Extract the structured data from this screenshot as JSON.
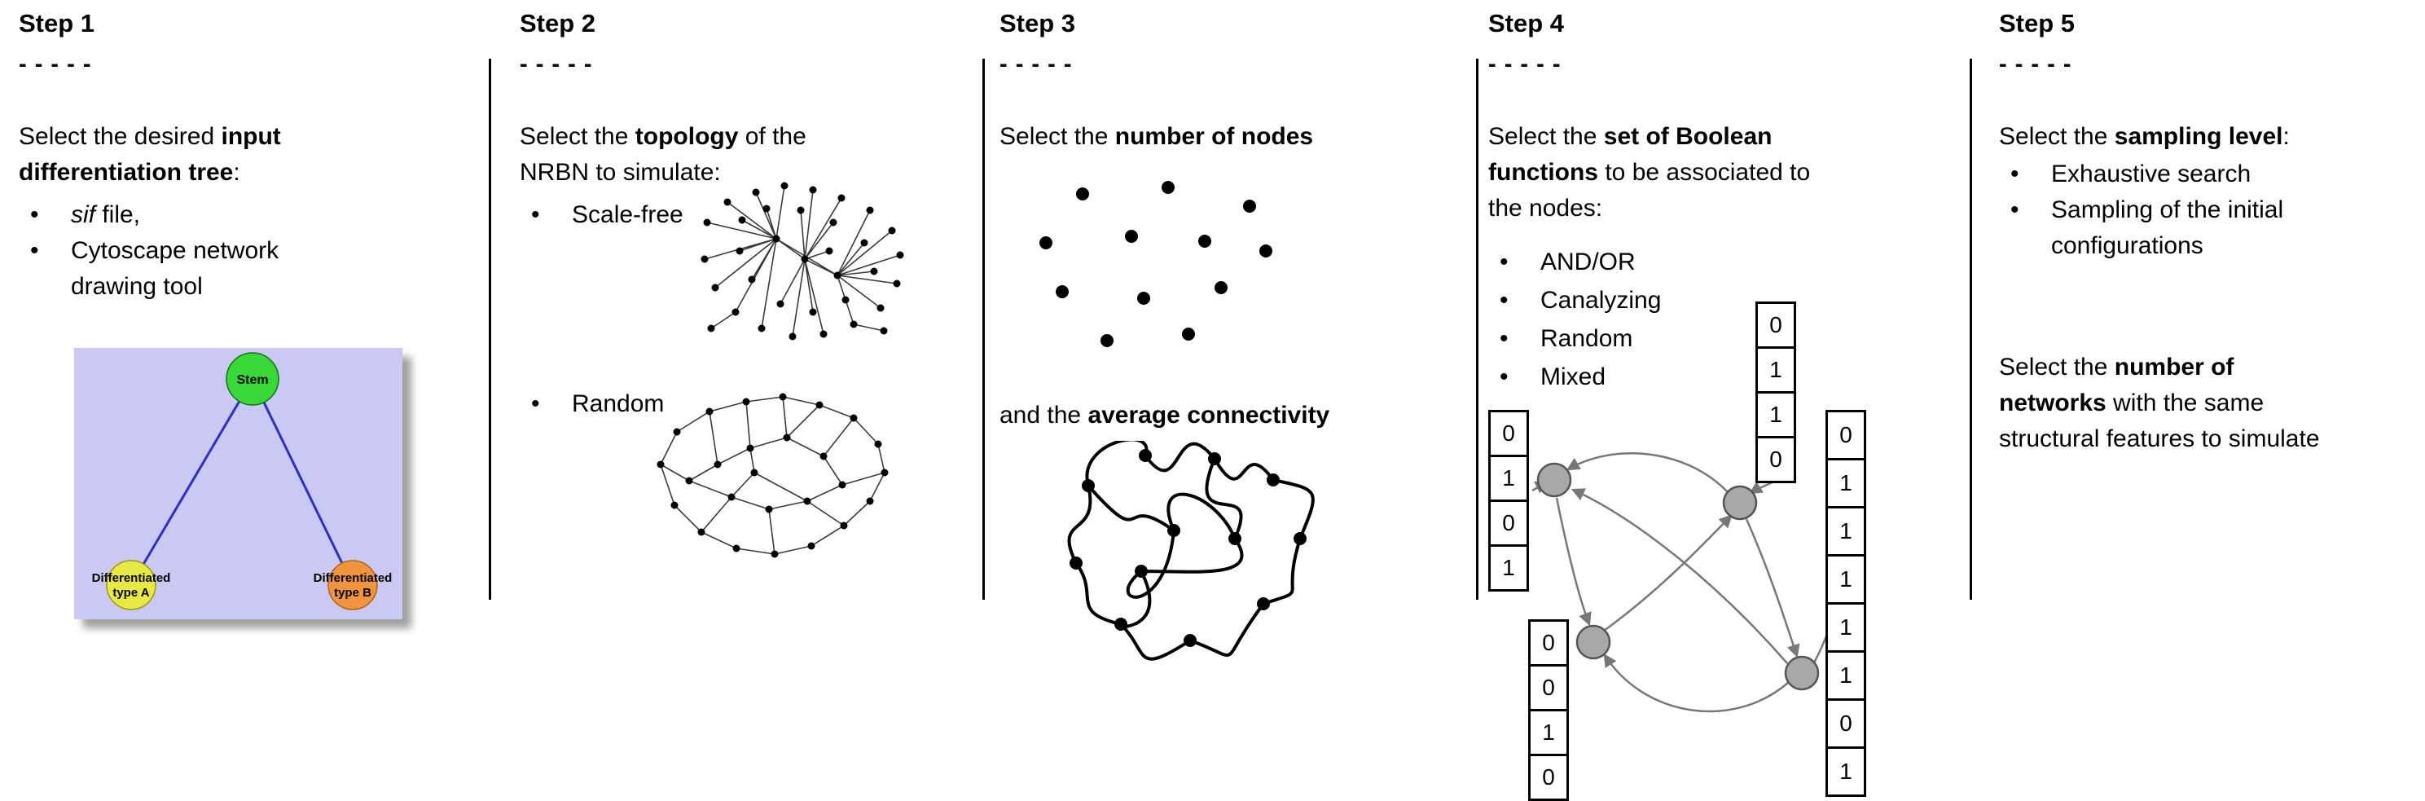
{
  "ui": {
    "bullet": "•"
  },
  "steps": [
    {
      "title": "Step 1",
      "dashes": "- - - - -",
      "intro": [
        {
          "t": "Select the desired "
        },
        {
          "t": "input\ndifferentiation tree",
          "b": true
        },
        {
          "t": ":"
        }
      ],
      "bullets": [
        {
          "seg1": "sif",
          "seg2": " file,"
        },
        {
          "text": "Cytoscape network\ndrawing tool"
        }
      ],
      "tree": {
        "stem_label": "Stem",
        "node_a_line1": "Differentiated",
        "node_a_line2": "type A",
        "node_b_line1": "Differentiated",
        "node_b_line2": "type B",
        "colors": {
          "background": "#c9c9f3",
          "stem": "#38d838",
          "node_a": "#e9e943",
          "node_b": "#f0953d",
          "edge": "#2d2dc8"
        }
      }
    },
    {
      "title": "Step 2",
      "dashes": "- - - - -",
      "intro": [
        {
          "t": "Select the "
        },
        {
          "t": "topology",
          "b": true
        },
        {
          "t": " of the\nNRBN to simulate:"
        }
      ],
      "bullets": [
        "Scale-free",
        "Random"
      ]
    },
    {
      "title": "Step 3",
      "dashes": "- - - - -",
      "line1": [
        {
          "t": "Select the "
        },
        {
          "t": "number of nodes",
          "b": true
        }
      ],
      "line2": [
        {
          "t": "and the "
        },
        {
          "t": "average connectivity",
          "b": true
        }
      ]
    },
    {
      "title": "Step 4",
      "dashes": "- - - - -",
      "intro": [
        {
          "t": "Select the "
        },
        {
          "t": "set of Boolean\nfunctions",
          "b": true
        },
        {
          "t": " to be associated to\nthe nodes:"
        }
      ],
      "bullets": [
        "AND/OR",
        "Canalyzing",
        "Random",
        "Mixed"
      ],
      "truth_tables": {
        "left": [
          "0",
          "1",
          "0",
          "1"
        ],
        "top": [
          "0",
          "1",
          "1",
          "0"
        ],
        "bottom": [
          "0",
          "0",
          "1",
          "0"
        ],
        "right": [
          "0",
          "1",
          "1",
          "1",
          "1",
          "1",
          "0",
          "1"
        ]
      }
    },
    {
      "title": "Step 5",
      "dashes": "- - - - -",
      "intro": [
        {
          "t": "Select the "
        },
        {
          "t": "sampling level",
          "b": true
        },
        {
          "t": ":"
        }
      ],
      "bullets": [
        "Exhaustive search",
        "Sampling of the initial\nconfigurations"
      ],
      "paragraph2": [
        {
          "t": "Select the "
        },
        {
          "t": "number of\nnetworks",
          "b": true
        },
        {
          "t": " with the same\nstructural features to simulate"
        }
      ]
    }
  ]
}
